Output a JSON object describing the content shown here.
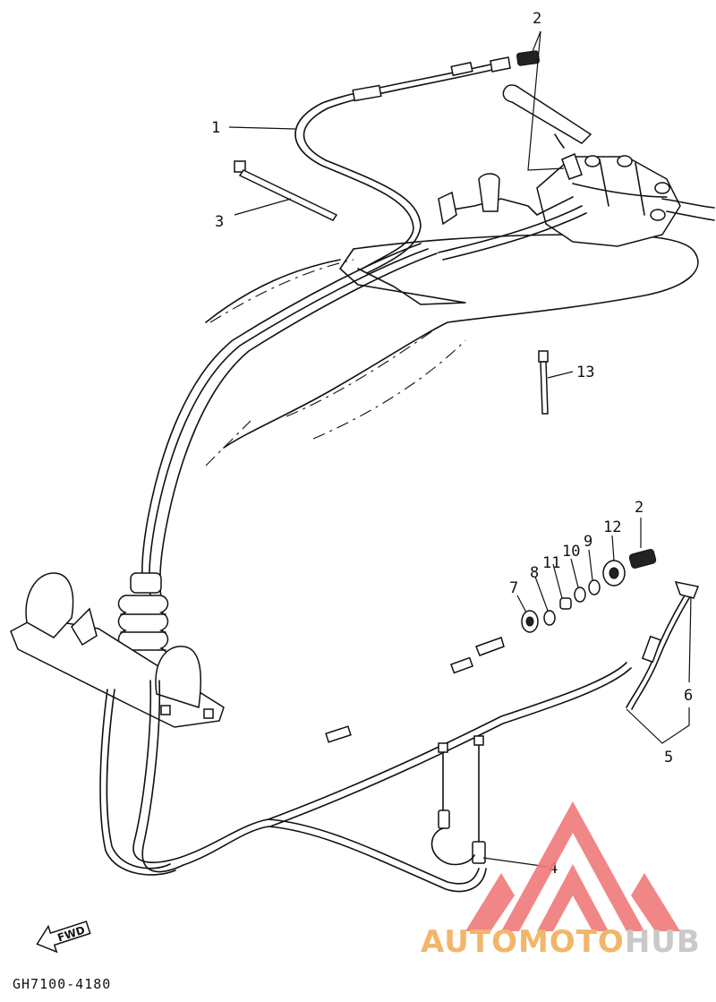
{
  "diagram": {
    "part_callouts": [
      "1",
      "2",
      "3",
      "13",
      "2",
      "12",
      "9",
      "10",
      "11",
      "8",
      "7",
      "6",
      "5",
      "4"
    ],
    "fwd_label": "FWD",
    "drawing_code": "GH7100-4180"
  },
  "watermark": {
    "word_part1": "AUTOMOTO",
    "word_part2": "HUB",
    "colors": {
      "triangle": "#f07a7a",
      "text_part1": "#f2b66a",
      "text_part2": "#c9c9c9"
    }
  }
}
